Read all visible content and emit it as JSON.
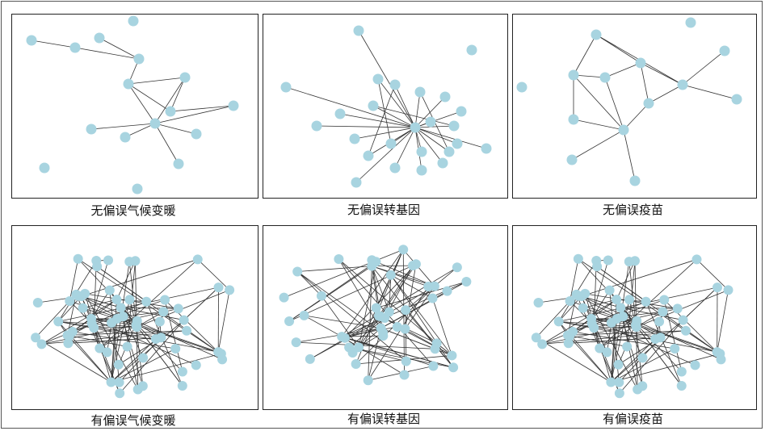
{
  "figure": {
    "node_color": "#a8d4e0",
    "edge_color": "#333333",
    "panels": [
      {
        "id": "p1",
        "caption": "无偏误气候变暖"
      },
      {
        "id": "p2",
        "caption": "无偏误转基因"
      },
      {
        "id": "p3",
        "caption": "无偏误疫苗"
      },
      {
        "id": "p4",
        "caption": "有偏误气候变暖"
      },
      {
        "id": "p5",
        "caption": "有偏误转基因"
      },
      {
        "id": "p6",
        "caption": "有偏误疫苗"
      }
    ]
  }
}
